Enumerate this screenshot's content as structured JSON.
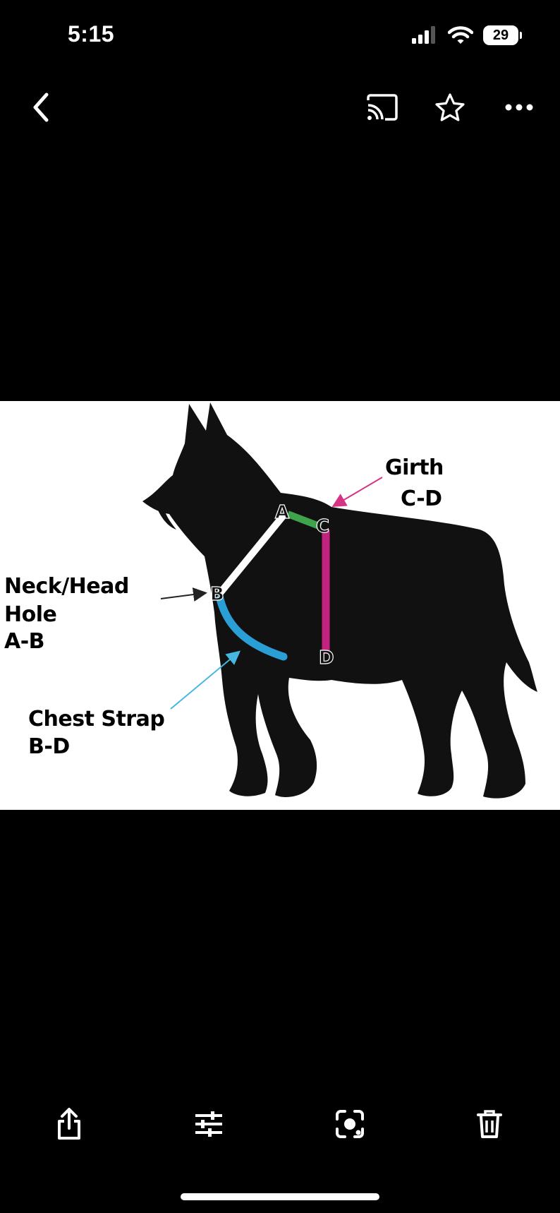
{
  "status_bar": {
    "time": "5:15",
    "battery_level": "29",
    "icons": [
      "cellular-signal-icon",
      "wifi-icon",
      "battery-icon"
    ]
  },
  "top_bar": {
    "icons": [
      "back-chevron-icon",
      "cast-icon",
      "star-icon",
      "more-horizontal-icon"
    ]
  },
  "photo": {
    "labels": {
      "girth_title": "Girth",
      "girth_code": "C-D",
      "neck_line1": "Neck/Head",
      "neck_line2": "Hole",
      "neck_code": "A-B",
      "chest_title": "Chest Strap",
      "chest_code": "B-D"
    },
    "points": {
      "a": "A",
      "b": "B",
      "c": "C",
      "d": "D"
    },
    "colors": {
      "neck_line": "#ffffff",
      "a_c_segment": "#3fa34d",
      "girth_line": "#c2237f",
      "chest_strap": "#2a9fd6",
      "girth_arrow": "#d63384",
      "chest_arrow": "#45b7e0",
      "neck_arrow": "#222222"
    }
  },
  "bottom_bar": {
    "icons": [
      "share-icon",
      "edit-sliders-icon",
      "lens-icon",
      "trash-icon"
    ]
  }
}
